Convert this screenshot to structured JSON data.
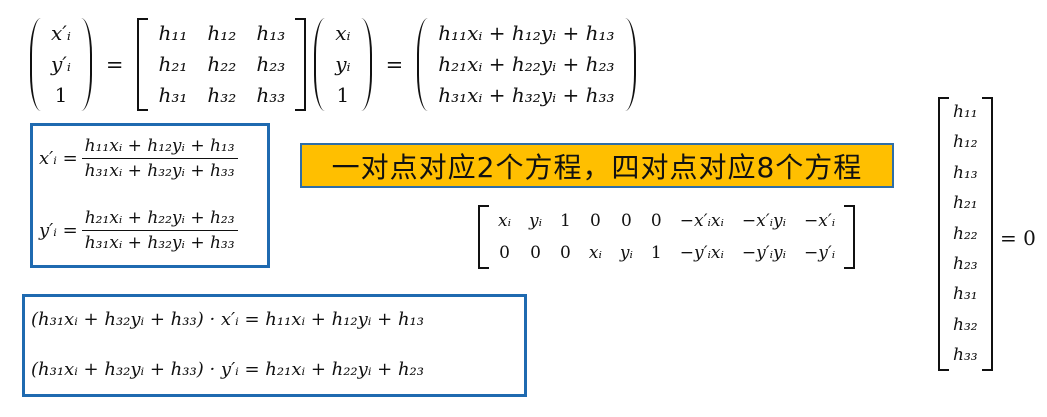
{
  "callout": {
    "text": "一对点对应2个方程，四对点对应8个方程"
  },
  "eq1": {
    "equals": "=",
    "vec_out": [
      "x′ᵢ",
      "y′ᵢ",
      "1"
    ],
    "H": [
      [
        "h₁₁",
        "h₁₂",
        "h₁₃"
      ],
      [
        "h₂₁",
        "h₂₂",
        "h₂₃"
      ],
      [
        "h₃₁",
        "h₃₂",
        "h₃₃"
      ]
    ],
    "vec_in": [
      "xᵢ",
      "yᵢ",
      "1"
    ],
    "result": [
      "h₁₁xᵢ + h₁₂yᵢ + h₁₃",
      "h₂₁xᵢ + h₂₂yᵢ + h₂₃",
      "h₃₁xᵢ + h₃₂yᵢ + h₃₃"
    ]
  },
  "fractions": [
    {
      "lhs": "x′ᵢ =",
      "num": "h₁₁xᵢ + h₁₂yᵢ + h₁₃",
      "den": "h₃₁xᵢ + h₃₂yᵢ + h₃₃"
    },
    {
      "lhs": "y′ᵢ =",
      "num": "h₂₁xᵢ + h₂₂yᵢ + h₂₃",
      "den": "h₃₁xᵢ + h₃₂yᵢ + h₃₃"
    }
  ],
  "linear": [
    "(h₃₁xᵢ + h₃₂yᵢ + h₃₃) · x′ᵢ = h₁₁xᵢ + h₁₂yᵢ + h₁₃",
    "(h₃₁xᵢ + h₃₂yᵢ + h₃₃) · y′ᵢ = h₂₁xᵢ + h₂₂yᵢ + h₂₃"
  ],
  "system": {
    "rows": [
      [
        "xᵢ",
        "yᵢ",
        "1",
        "0",
        "0",
        "0",
        "−x′ᵢxᵢ",
        "−x′ᵢyᵢ",
        "−x′ᵢ"
      ],
      [
        "0",
        "0",
        "0",
        "xᵢ",
        "yᵢ",
        "1",
        "−y′ᵢxᵢ",
        "−y′ᵢyᵢ",
        "−y′ᵢ"
      ]
    ],
    "hvec": [
      "h₁₁",
      "h₁₂",
      "h₁₃",
      "h₂₁",
      "h₂₂",
      "h₂₃",
      "h₃₁",
      "h₃₂",
      "h₃₃"
    ],
    "equals_zero": "= 0"
  }
}
